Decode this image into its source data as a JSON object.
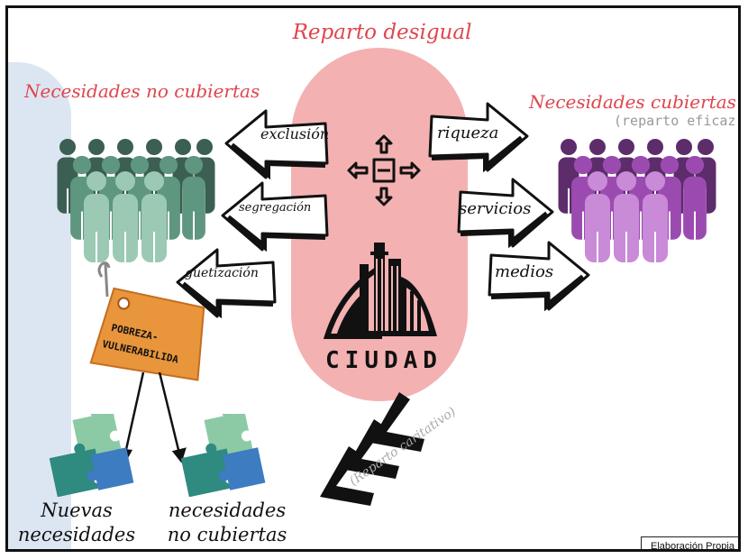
{
  "title": "Reparto desigual",
  "left_heading": "Necesidades no cubiertas",
  "right_heading": "Necesidades cubiertas",
  "right_subheading": "(reparto eficaz)",
  "left_arrows": [
    "exclusión",
    "segregación",
    "guetización"
  ],
  "right_arrows": [
    "riqueza",
    "servicios",
    "medios"
  ],
  "city_label": "CIUDAD",
  "tag_lines": [
    "POBREZA-",
    "VULNERABILIDA"
  ],
  "charity_label": "(Reparto caritativo)",
  "bottom_left": [
    "Nuevas",
    "necesidades"
  ],
  "bottom_right": [
    "necesidades",
    "no cubiertas"
  ],
  "credit": "Elaboración Propia",
  "icons": [
    "people-group-icon",
    "move-arrows-icon",
    "city-skyline-icon",
    "price-tag-icon",
    "puzzle-icon",
    "chevron-arrows-icon"
  ],
  "colors": {
    "title_red": "#e0454d",
    "pill_pink": "#f4b1b1",
    "left_band": "#dce6f3",
    "green_people": "#3f6f5c",
    "purple_people": "#7a3c86",
    "tag_orange": "#e8953c",
    "puzzle_teal": "#2f8a80",
    "puzzle_green": "#8ccaa5",
    "puzzle_blue": "#3d7cc0"
  }
}
